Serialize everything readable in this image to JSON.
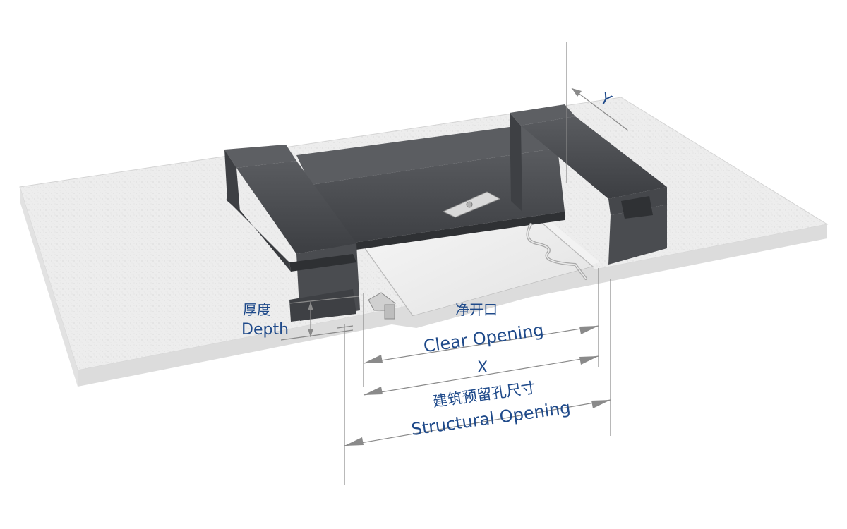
{
  "labels": {
    "y_axis": "Y",
    "depth_zh": "厚度",
    "depth_en": "Depth",
    "clear_zh": "净开口",
    "clear_en": "Clear Opening",
    "x_axis": "X",
    "structural_zh": "建筑预留孔尺寸",
    "structural_en": "Structural Opening"
  },
  "colors": {
    "label": "#1f4a8a",
    "channel": "#4a4c50",
    "channel_dark": "#333538",
    "slab": "#ececec",
    "slab_edge": "#d6d6d6",
    "dimension_line": "#8a8a8a"
  }
}
